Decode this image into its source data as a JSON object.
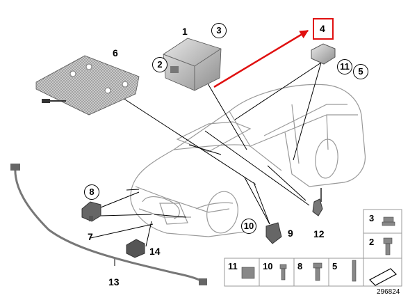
{
  "callouts": {
    "c1": "1",
    "c2": "2",
    "c3": "3",
    "c4": "4",
    "c5": "5",
    "c6": "6",
    "c7": "7",
    "c8": "8",
    "c9": "9",
    "c10": "10",
    "c11": "11",
    "c12": "12",
    "c13": "13",
    "c14": "14"
  },
  "legend": {
    "items": [
      "11",
      "10",
      "8",
      "5"
    ],
    "side_items": [
      "3",
      "2"
    ]
  },
  "ref_number": "296824",
  "colors": {
    "highlight": "#e01010",
    "arrow": "#e01010",
    "line": "#000000",
    "car": "#9a9a9a"
  }
}
